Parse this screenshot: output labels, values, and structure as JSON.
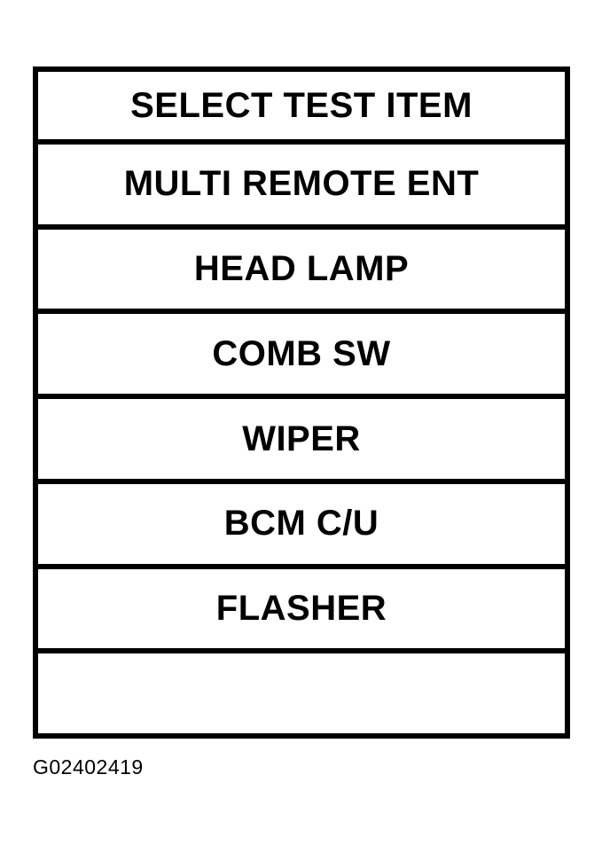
{
  "screen": {
    "title": "SELECT TEST ITEM",
    "menu_items": [
      {
        "label": "MULTI REMOTE ENT"
      },
      {
        "label": "HEAD LAMP"
      },
      {
        "label": "COMB SW"
      },
      {
        "label": "WIPER"
      },
      {
        "label": "BCM C/U"
      },
      {
        "label": "FLASHER"
      },
      {
        "label": ""
      }
    ]
  },
  "figure": {
    "caption": "G02402419"
  },
  "colors": {
    "foreground": "#000000",
    "background": "#ffffff"
  }
}
